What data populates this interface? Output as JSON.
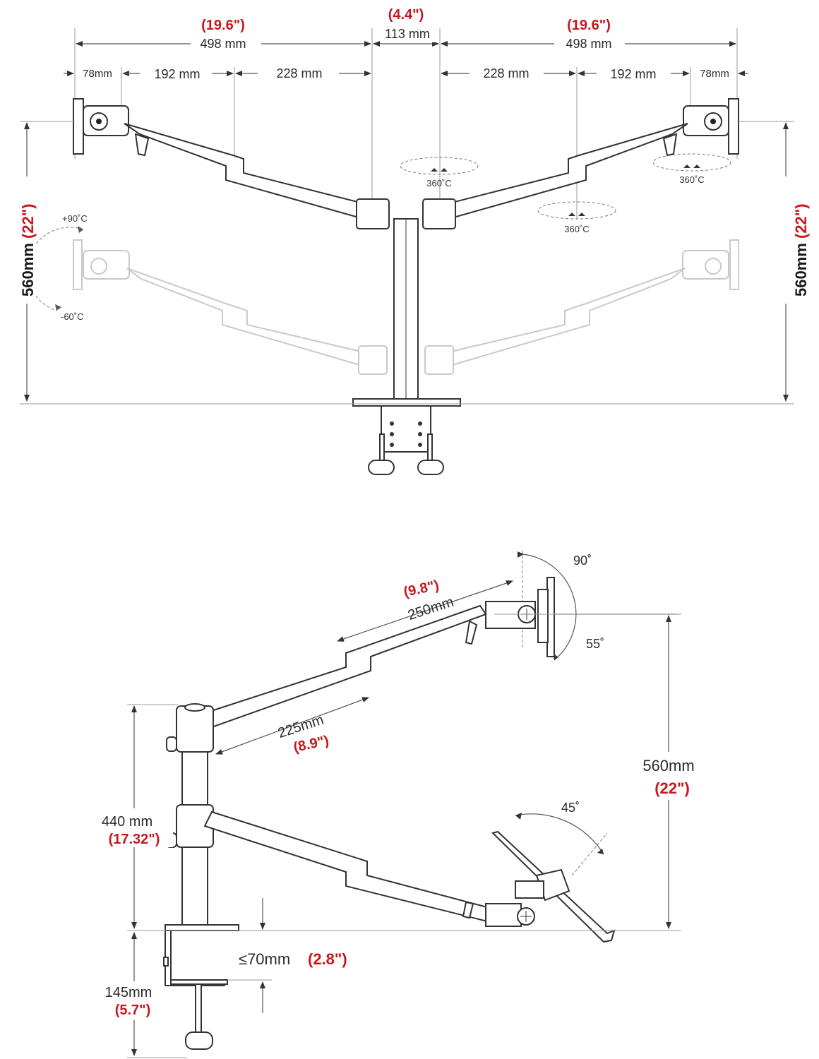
{
  "top_view": {
    "left_total_in": "(19.6\")",
    "left_total_mm": "498 mm",
    "center_in": "(4.4\")",
    "center_mm": "113 mm",
    "right_total_in": "(19.6\")",
    "right_total_mm": "498 mm",
    "left_seg1": "78mm",
    "left_seg2": "192 mm",
    "left_seg3": "228 mm",
    "right_seg1": "228 mm",
    "right_seg2": "192 mm",
    "right_seg3": "78mm",
    "rot_center": "360˚C",
    "rot_mid": "360˚C",
    "rot_right": "360˚C",
    "tilt_up": "+90˚C",
    "tilt_down": "-60˚C",
    "height_left_mm": "560mm",
    "height_left_in": "(22\")",
    "height_right_mm": "560mm",
    "height_right_in": "(22\")"
  },
  "side_view": {
    "tilt_top": "90˚",
    "tilt_bottom": "55˚",
    "upper_in": "(9.8\")",
    "upper_mm": "250mm",
    "lower_mm": "225mm",
    "lower_in": "(8.9\")",
    "height_mm": "560mm",
    "height_in": "(22\")",
    "laptop_tilt": "45˚",
    "pole_mm": "440 mm",
    "pole_in": "(17.32\")",
    "desk_mm": "≤70mm",
    "desk_in": "(2.8\")",
    "clamp_mm": "145mm",
    "clamp_in": "(5.7\")"
  }
}
